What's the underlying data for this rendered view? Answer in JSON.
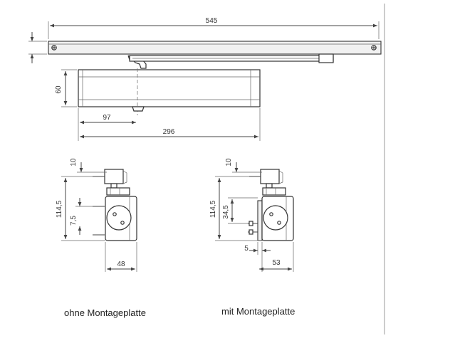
{
  "dimensions": {
    "rail_length": "545",
    "body_height": "60",
    "arm_offset": "97",
    "body_length": "296",
    "left_top": "10",
    "left_height": "114,5",
    "left_small": "7,5",
    "left_width": "48",
    "right_top": "10",
    "right_height": "114,5",
    "right_mid": "34,5",
    "right_small": "5",
    "right_width": "53"
  },
  "captions": {
    "left": "ohne Montageplatte",
    "right": "mit Montageplatte"
  }
}
